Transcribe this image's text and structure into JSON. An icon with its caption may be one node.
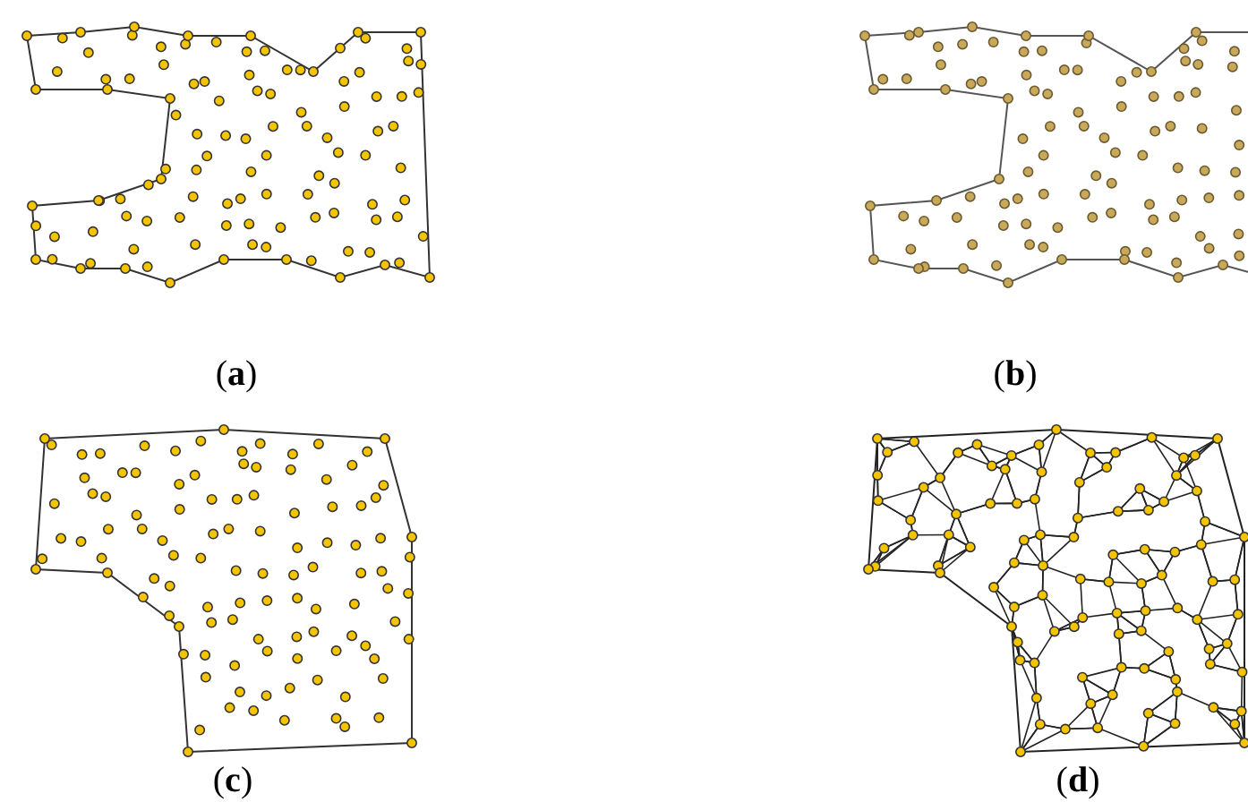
{
  "diagram": {
    "labels": [
      "(**a**)",
      "(**b**)",
      "(**c**)",
      "(**d**)"
    ]
  }
}
